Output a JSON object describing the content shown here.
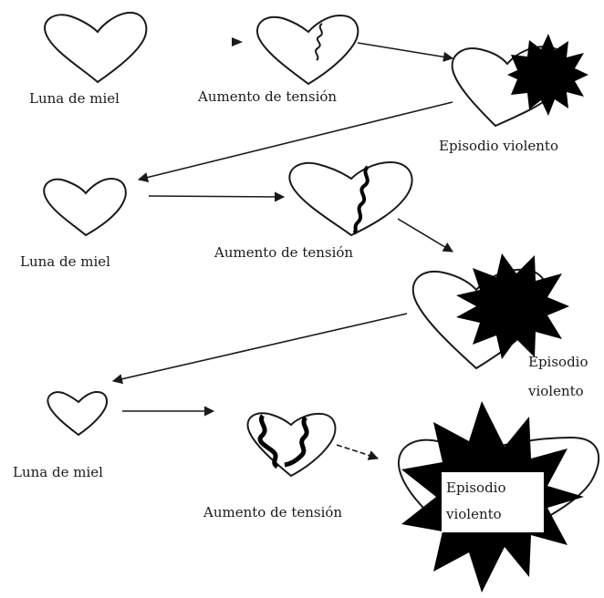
{
  "diagram": {
    "stages": [
      {
        "honeymoon": "Luna de miel",
        "tension": "Aumento de tensión",
        "violent_line1": "Episodio violento",
        "violent_line2": ""
      },
      {
        "honeymoon": "Luna de miel",
        "tension": "Aumento de tensión",
        "violent_line1": "Episodio",
        "violent_line2": "violento"
      },
      {
        "honeymoon": "Luna de miel",
        "tension": "Aumento de tensión",
        "violent_line1": "Episodio",
        "violent_line2": "violento"
      }
    ],
    "colors": {
      "stroke": "#1a1a1a",
      "ink": "#000000",
      "background": "#ffffff"
    }
  }
}
